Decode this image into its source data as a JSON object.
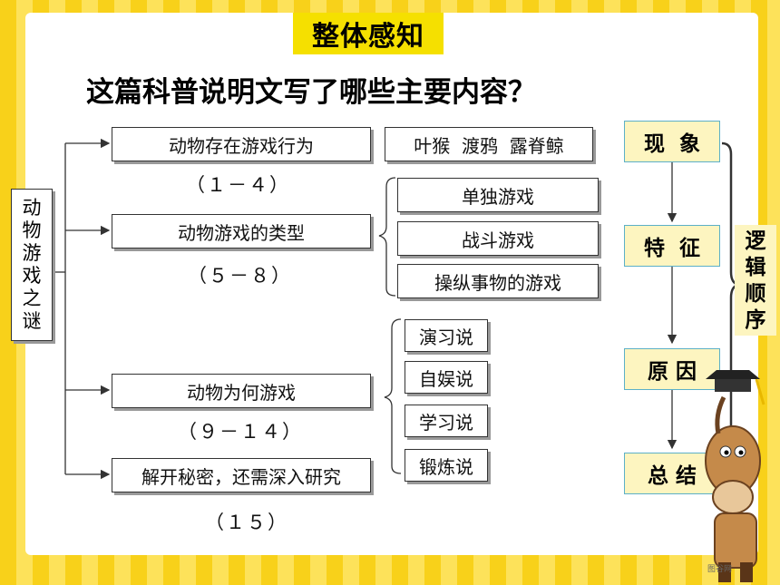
{
  "title": "整体感知",
  "question": "这篇科普说明文写了哪些主要内容？",
  "root_label": "动物游戏之谜",
  "branches": [
    {
      "label": "动物存在游戏行为",
      "range": "（１－４）"
    },
    {
      "label": "动物游戏的类型",
      "range": "（５－８）"
    },
    {
      "label": "动物为何游戏",
      "range": "（９－１４）"
    },
    {
      "label": "解开秘密，还需深入研究",
      "range": "（１５）"
    }
  ],
  "examples": "叶猴  渡鸦  露脊鲸",
  "game_types": [
    "单独游戏",
    "战斗游戏",
    "操纵事物的游戏"
  ],
  "reasons": [
    "演习说",
    "自娱说",
    "学习说",
    "锻炼说"
  ],
  "structure": [
    "现  象",
    "特  征",
    "原 因",
    "总 结"
  ],
  "logic_label": "逻辑顺序",
  "watermark": "图谷网"
}
